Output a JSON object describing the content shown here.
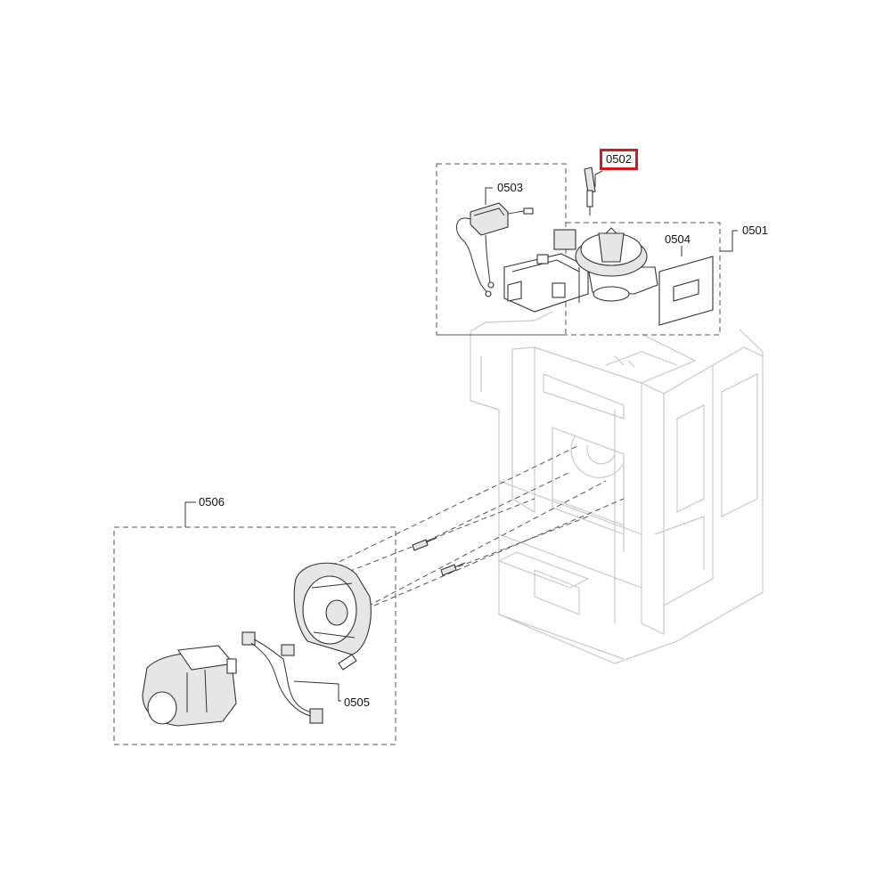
{
  "diagram": {
    "callouts": [
      {
        "id": "0501",
        "label": "0501",
        "highlighted": false
      },
      {
        "id": "0502",
        "label": "0502",
        "highlighted": true
      },
      {
        "id": "0503",
        "label": "0503",
        "highlighted": false
      },
      {
        "id": "0504",
        "label": "0504",
        "highlighted": false
      },
      {
        "id": "0505",
        "label": "0505",
        "highlighted": false
      },
      {
        "id": "0506",
        "label": "0506",
        "highlighted": false
      }
    ],
    "highlight_color": "#d61a1a",
    "line_color": "#555555",
    "frame_color": "#c8c8c8"
  }
}
